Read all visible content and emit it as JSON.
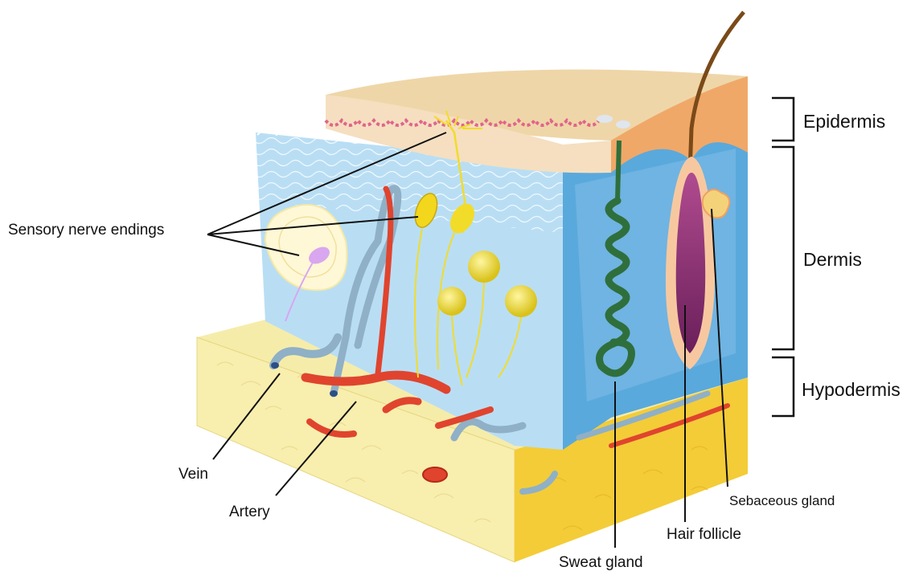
{
  "labels": {
    "sensory": "Sensory nerve endings",
    "vein": "Vein",
    "artery": "Artery",
    "sweat": "Sweat gland",
    "hair": "Hair follicle",
    "sebaceous": "Sebaceous gland"
  },
  "layers": {
    "epidermis": "Epidermis",
    "dermis": "Dermis",
    "hypodermis": "Hypodermis"
  },
  "colors": {
    "epidermis_top": "#efd6a8",
    "dermis_front": "#b9def4",
    "dermis_side": "#5aa9dc",
    "hypodermis": "#f6ecaa",
    "hypodermis_side": "#f3cc38",
    "artery": "#e0442e",
    "vein": "#8fb0c6",
    "sweat_gland": "#2f6f3c",
    "nerve": "#f2dc2a",
    "follicle": "#7a2a6a"
  }
}
